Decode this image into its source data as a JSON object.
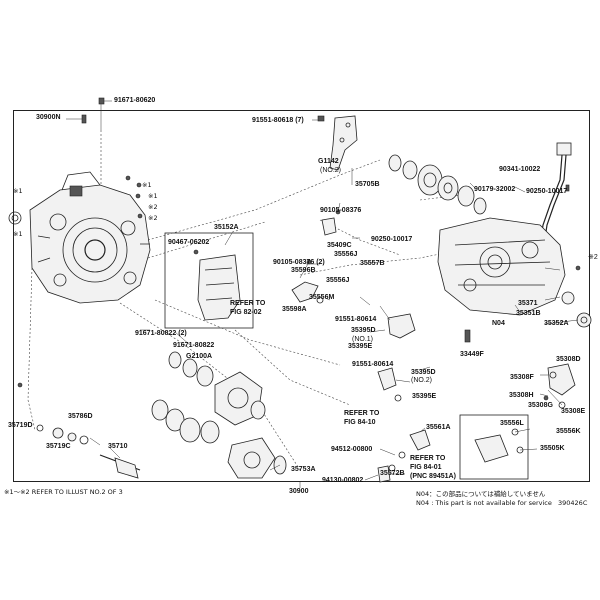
{
  "parts": [
    {
      "id": "p30900n",
      "text": "30900N"
    },
    {
      "id": "p91671_80620",
      "text": "91671-80620"
    },
    {
      "id": "p91551_80618",
      "text": "91551-80618 (7)"
    },
    {
      "id": "pG1142",
      "text": "G1142"
    },
    {
      "id": "pNO2a",
      "text": "(NO.2)"
    },
    {
      "id": "p35705b",
      "text": "35705B"
    },
    {
      "id": "p90341",
      "text": "90341-10022"
    },
    {
      "id": "p90179",
      "text": "90179-32002"
    },
    {
      "id": "p90250a",
      "text": "90250-10017"
    },
    {
      "id": "p90105a",
      "text": "90105-08376"
    },
    {
      "id": "p35152a",
      "text": "35152A"
    },
    {
      "id": "p90467",
      "text": "90467-06202"
    },
    {
      "id": "p35409c",
      "text": "35409C"
    },
    {
      "id": "p90250b",
      "text": "90250-10017"
    },
    {
      "id": "p35556j",
      "text": "35556J"
    },
    {
      "id": "p90105b",
      "text": "90105-08376 (2)"
    },
    {
      "id": "p35557b",
      "text": "35557B"
    },
    {
      "id": "p35596b",
      "text": "35596B"
    },
    {
      "id": "p35556j2",
      "text": "35556J"
    },
    {
      "id": "p35556m",
      "text": "35556M"
    },
    {
      "id": "p35598a",
      "text": "35598A"
    },
    {
      "id": "pRef82",
      "text": "REFER TO"
    },
    {
      "id": "pFig82",
      "text": "FIG 82-02"
    },
    {
      "id": "p91551_80614a",
      "text": "91551-80614"
    },
    {
      "id": "p35395d",
      "text": "35395D"
    },
    {
      "id": "pNO1",
      "text": "(NO.1)"
    },
    {
      "id": "p35395e",
      "text": "35395E"
    },
    {
      "id": "p91671_80822a",
      "text": "91671-80822 (2)"
    },
    {
      "id": "p91671_80822b",
      "text": "91671-80822"
    },
    {
      "id": "pG2100a",
      "text": "G2100A"
    },
    {
      "id": "p35371",
      "text": "35371"
    },
    {
      "id": "p35351b",
      "text": "35351B"
    },
    {
      "id": "pN04",
      "text": "N04"
    },
    {
      "id": "p35352a",
      "text": "35352A"
    },
    {
      "id": "p33449f",
      "text": "33449F"
    },
    {
      "id": "p91551_80614b",
      "text": "91551-80614"
    },
    {
      "id": "p35395d2",
      "text": "35395D"
    },
    {
      "id": "pNO2b",
      "text": "(NO.2)"
    },
    {
      "id": "p35395e2",
      "text": "35395E"
    },
    {
      "id": "p35308d",
      "text": "35308D"
    },
    {
      "id": "p35308f",
      "text": "35308F"
    },
    {
      "id": "p35308h",
      "text": "35308H"
    },
    {
      "id": "p35308g",
      "text": "35308G"
    },
    {
      "id": "p35308e",
      "text": "35308E"
    },
    {
      "id": "p35719d",
      "text": "35719D"
    },
    {
      "id": "p35786d",
      "text": "35786D"
    },
    {
      "id": "p35719c",
      "text": "35719C"
    },
    {
      "id": "p35710",
      "text": "35710"
    },
    {
      "id": "pRef84",
      "text": "REFER TO"
    },
    {
      "id": "pFig8410",
      "text": "FIG 84-10"
    },
    {
      "id": "p35561a",
      "text": "35561A"
    },
    {
      "id": "p94512",
      "text": "94512-00800"
    },
    {
      "id": "pRef8401",
      "text": "REFER TO"
    },
    {
      "id": "pFig8401",
      "text": "FIG 84-01"
    },
    {
      "id": "pPnc",
      "text": "(PNC 89451A)"
    },
    {
      "id": "p35556l",
      "text": "35556L"
    },
    {
      "id": "p35556k",
      "text": "35556K"
    },
    {
      "id": "p35505k",
      "text": "35505K"
    },
    {
      "id": "p35753a",
      "text": "35753A"
    },
    {
      "id": "p94130",
      "text": "94130-00802"
    },
    {
      "id": "p35572b",
      "text": "35572B"
    },
    {
      "id": "p30900",
      "text": "30900"
    },
    {
      "id": "pStar2",
      "text": "※2"
    }
  ],
  "marks": {
    "star1": "※1",
    "star2": "※2"
  },
  "footnotes": {
    "refer_illust": "※1～※2 REFER TO ILLUST NO.2 OF 3",
    "n04_jp": "N04：この部品については補給していません",
    "n04_en": "N04 : This part is not available for service",
    "diagram_id": "390426C"
  }
}
